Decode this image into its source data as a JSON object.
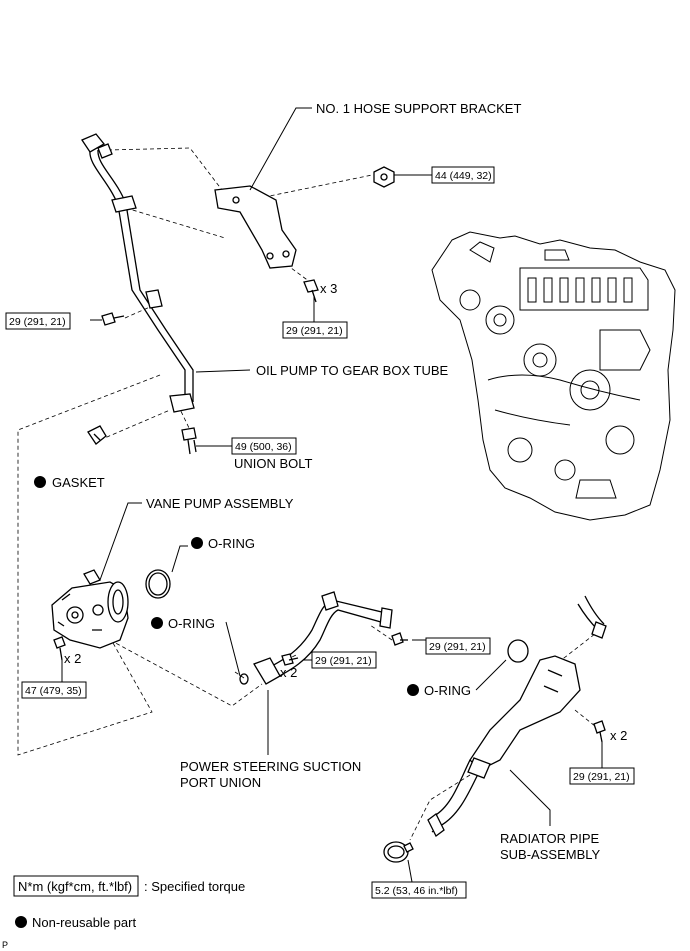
{
  "labels": {
    "hose_bracket": "NO. 1 HOSE SUPPORT BRACKET",
    "oil_pump_tube": "OIL PUMP TO GEAR BOX TUBE",
    "union_bolt": "UNION BOLT",
    "gasket": "GASKET",
    "vane_pump": "VANE PUMP ASSEMBLY",
    "o_ring_1": "O-RING",
    "o_ring_2": "O-RING",
    "o_ring_3": "O-RING",
    "suction_port_line1": "POWER STEERING SUCTION",
    "suction_port_line2": "PORT UNION",
    "radiator_pipe_line1": "RADIATOR PIPE",
    "radiator_pipe_line2": "SUB-ASSEMBLY"
  },
  "torques": {
    "bracket_nut": "44 (449, 32)",
    "bracket_bolts": "29 (291, 21)",
    "tube_bolt": "29 (291, 21)",
    "union_bolt": "49 (500, 36)",
    "pump_bolts": "47 (479, 35)",
    "suction_bolt_a": "29 (291, 21)",
    "suction_bolt_b": "29 (291, 21)",
    "radiator_bolts": "29 (291, 21)",
    "hose_clamp": "5.2 (53, 46 in.*lbf)"
  },
  "quantities": {
    "bracket_bolts": "x 3",
    "pump_bolts": "x 2",
    "suction_bolts": "x 2",
    "radiator_bolts": "x 2"
  },
  "legend": {
    "unit_box": "N*m (kgf*cm, ft.*lbf)",
    "unit_text": ": Specified torque",
    "non_reusable": "Non-reusable part"
  },
  "corner_mark": "P"
}
